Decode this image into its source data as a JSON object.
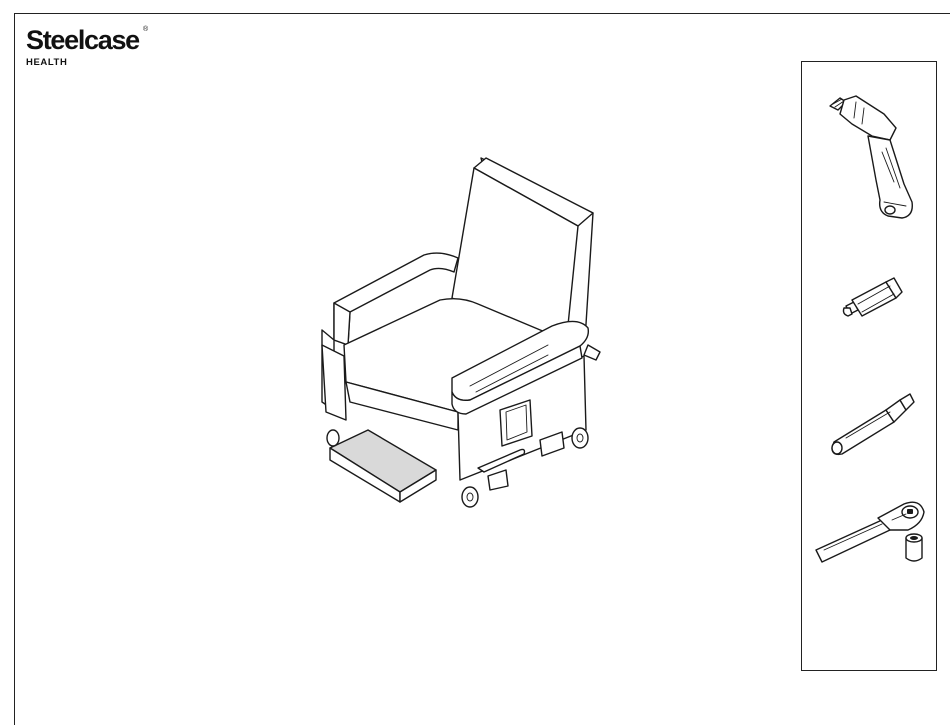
{
  "brand": {
    "name": "Steelcase",
    "registered": "®",
    "division": "HEALTH"
  },
  "illustration": {
    "product": "recliner-chair",
    "tools": [
      "power-drill-icon",
      "hex-bit-socket-icon",
      "extension-bit-icon",
      "ratchet-wrench-icon",
      "socket-icon"
    ]
  },
  "colors": {
    "line": "#1a1a1a",
    "footrest_fill": "#d9d9d9",
    "background": "#ffffff"
  }
}
